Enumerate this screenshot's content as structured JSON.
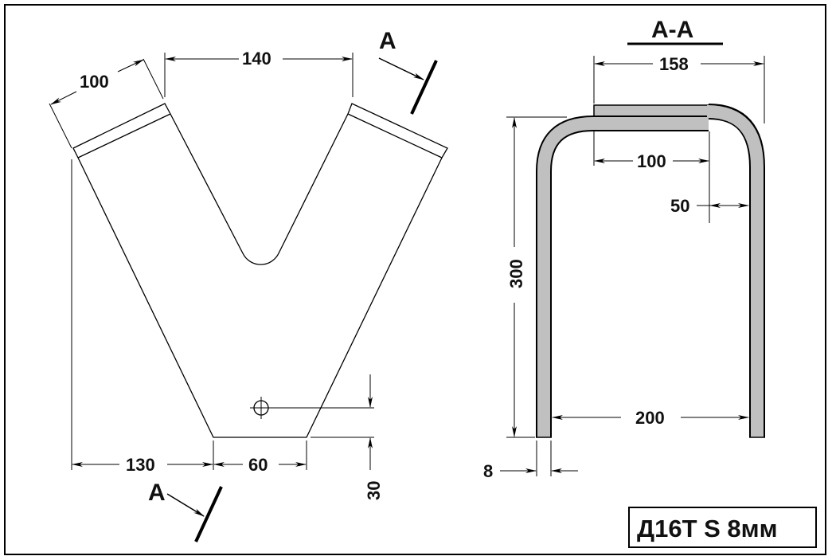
{
  "drawing": {
    "front_view": {
      "dims": {
        "arm_width": "100",
        "arm_spacing": "140",
        "left_offset": "130",
        "base_width": "60",
        "hole_height": "30"
      },
      "section_mark": "A"
    },
    "section_view": {
      "title": "A-A",
      "dims": {
        "overall_width": "158",
        "overlap": "100",
        "gap": "50",
        "height": "300",
        "inner_width": "200",
        "thickness": "8"
      }
    },
    "title_block": {
      "text": "Д16Т S 8мм"
    },
    "colors": {
      "line": "#000000",
      "material_fill": "#c0c0c0"
    }
  }
}
